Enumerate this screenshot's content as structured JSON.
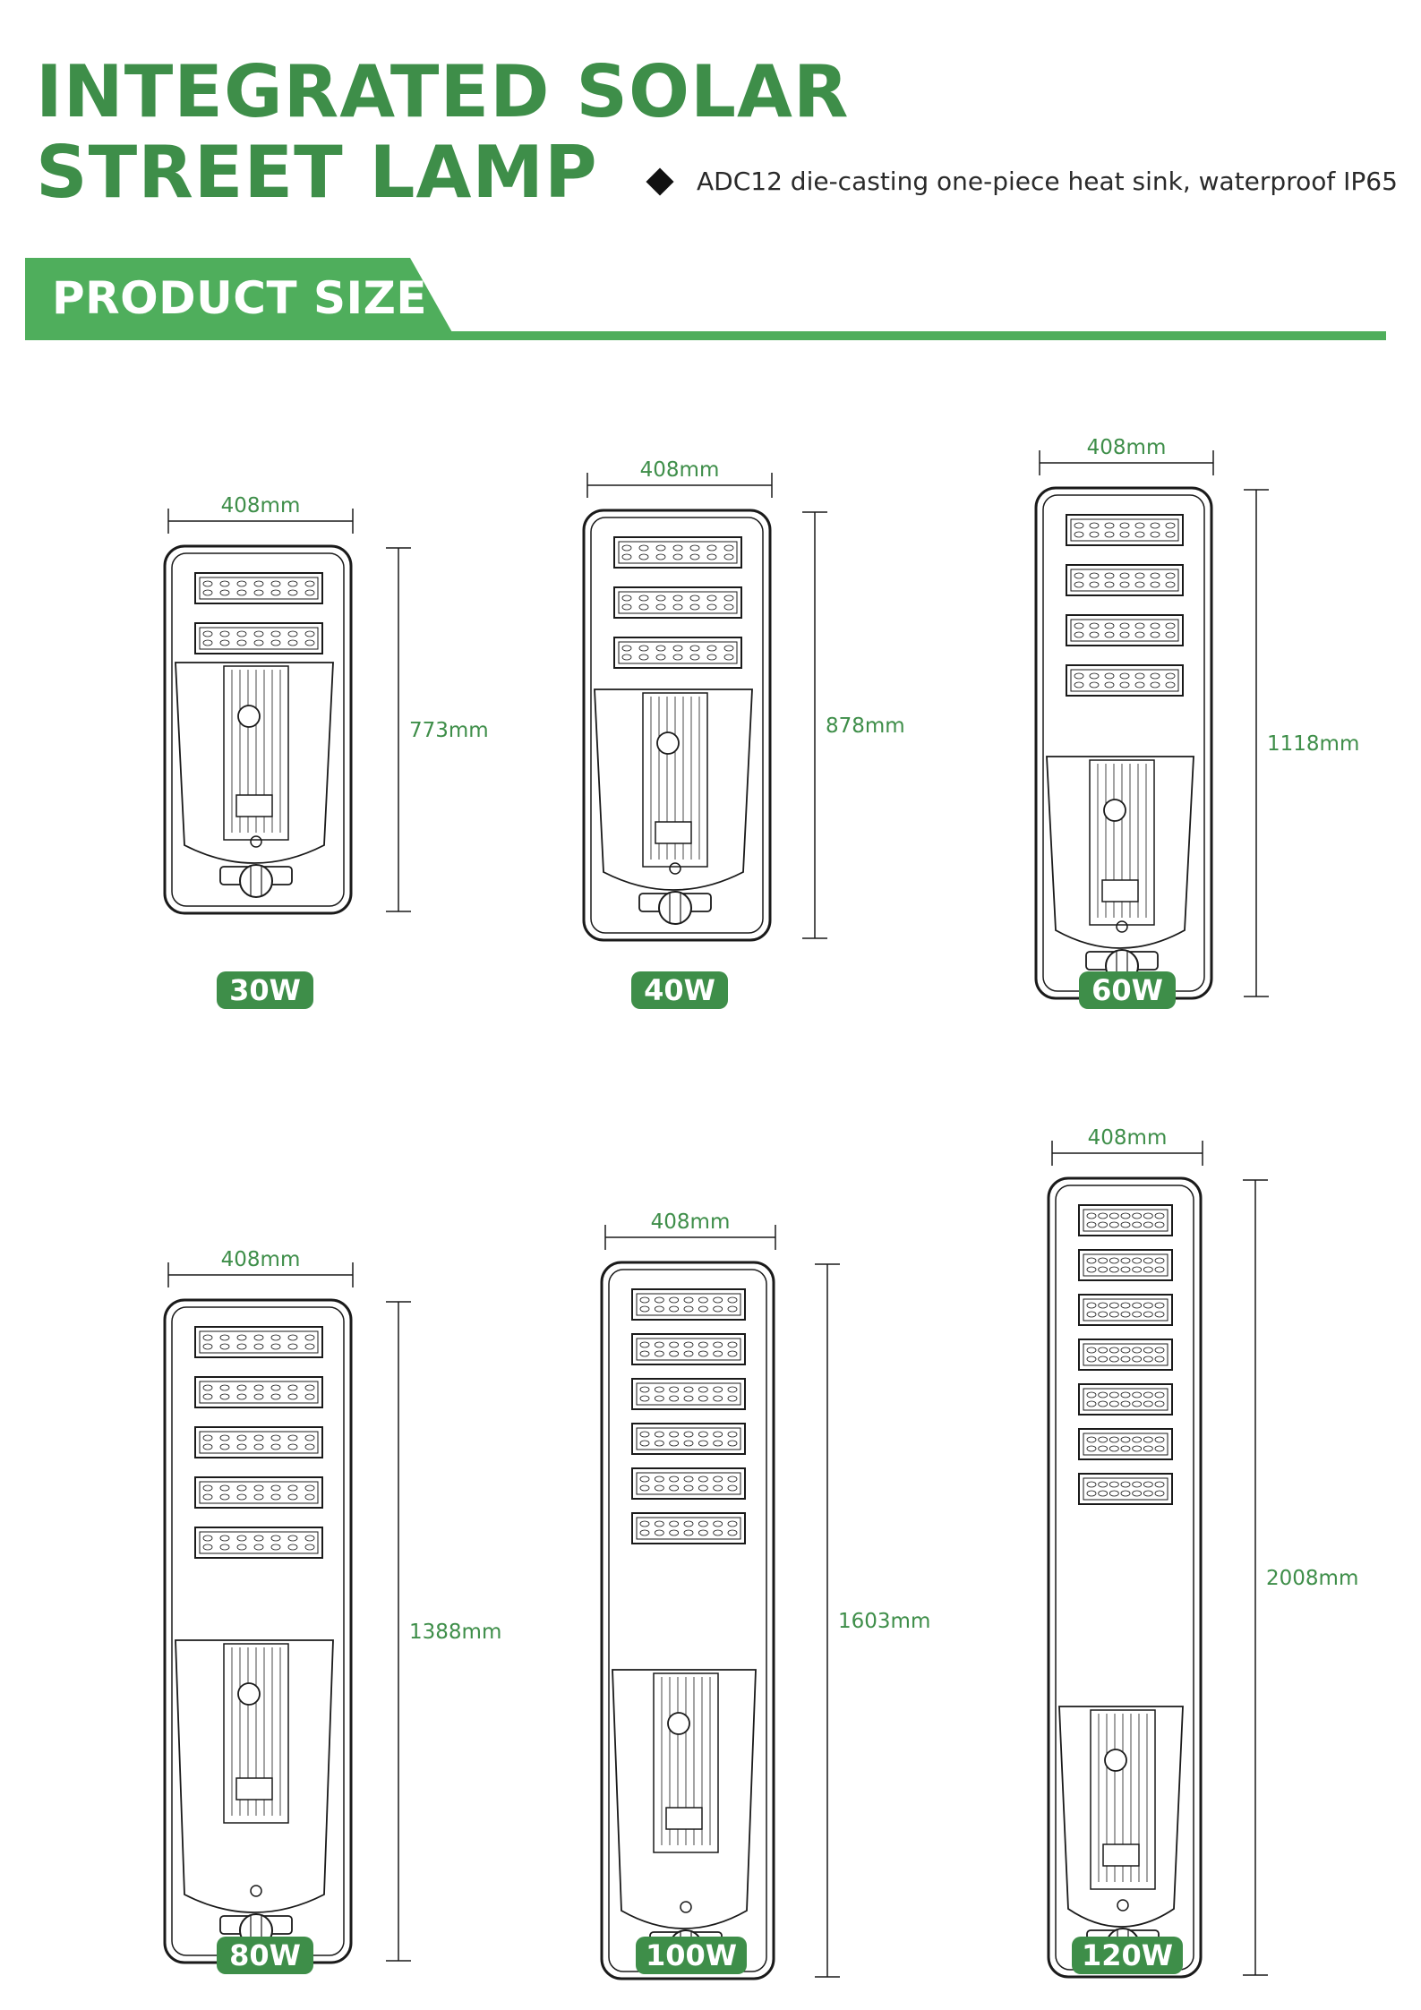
{
  "header": {
    "title_line1": "INTEGRATED SOLAR",
    "title_line2": "STREET LAMP",
    "feature": "ADC12 die-casting one-piece heat sink, waterproof IP65"
  },
  "section": {
    "title": "PRODUCT SIZE"
  },
  "colors": {
    "brand_green": "#3e8e49",
    "banner_green": "#4fae5c",
    "outline": "#1a1a1a"
  },
  "lamps": [
    {
      "power": "30W",
      "width": "408mm",
      "height": "773mm",
      "modules": 2
    },
    {
      "power": "40W",
      "width": "408mm",
      "height": "878mm",
      "modules": 3
    },
    {
      "power": "60W",
      "width": "408mm",
      "height": "1118mm",
      "modules": 4
    },
    {
      "power": "80W",
      "width": "408mm",
      "height": "1388mm",
      "modules": 5
    },
    {
      "power": "100W",
      "width": "408mm",
      "height": "1603mm",
      "modules": 6
    },
    {
      "power": "120W",
      "width": "408mm",
      "height": "2008mm",
      "modules": 7
    }
  ]
}
